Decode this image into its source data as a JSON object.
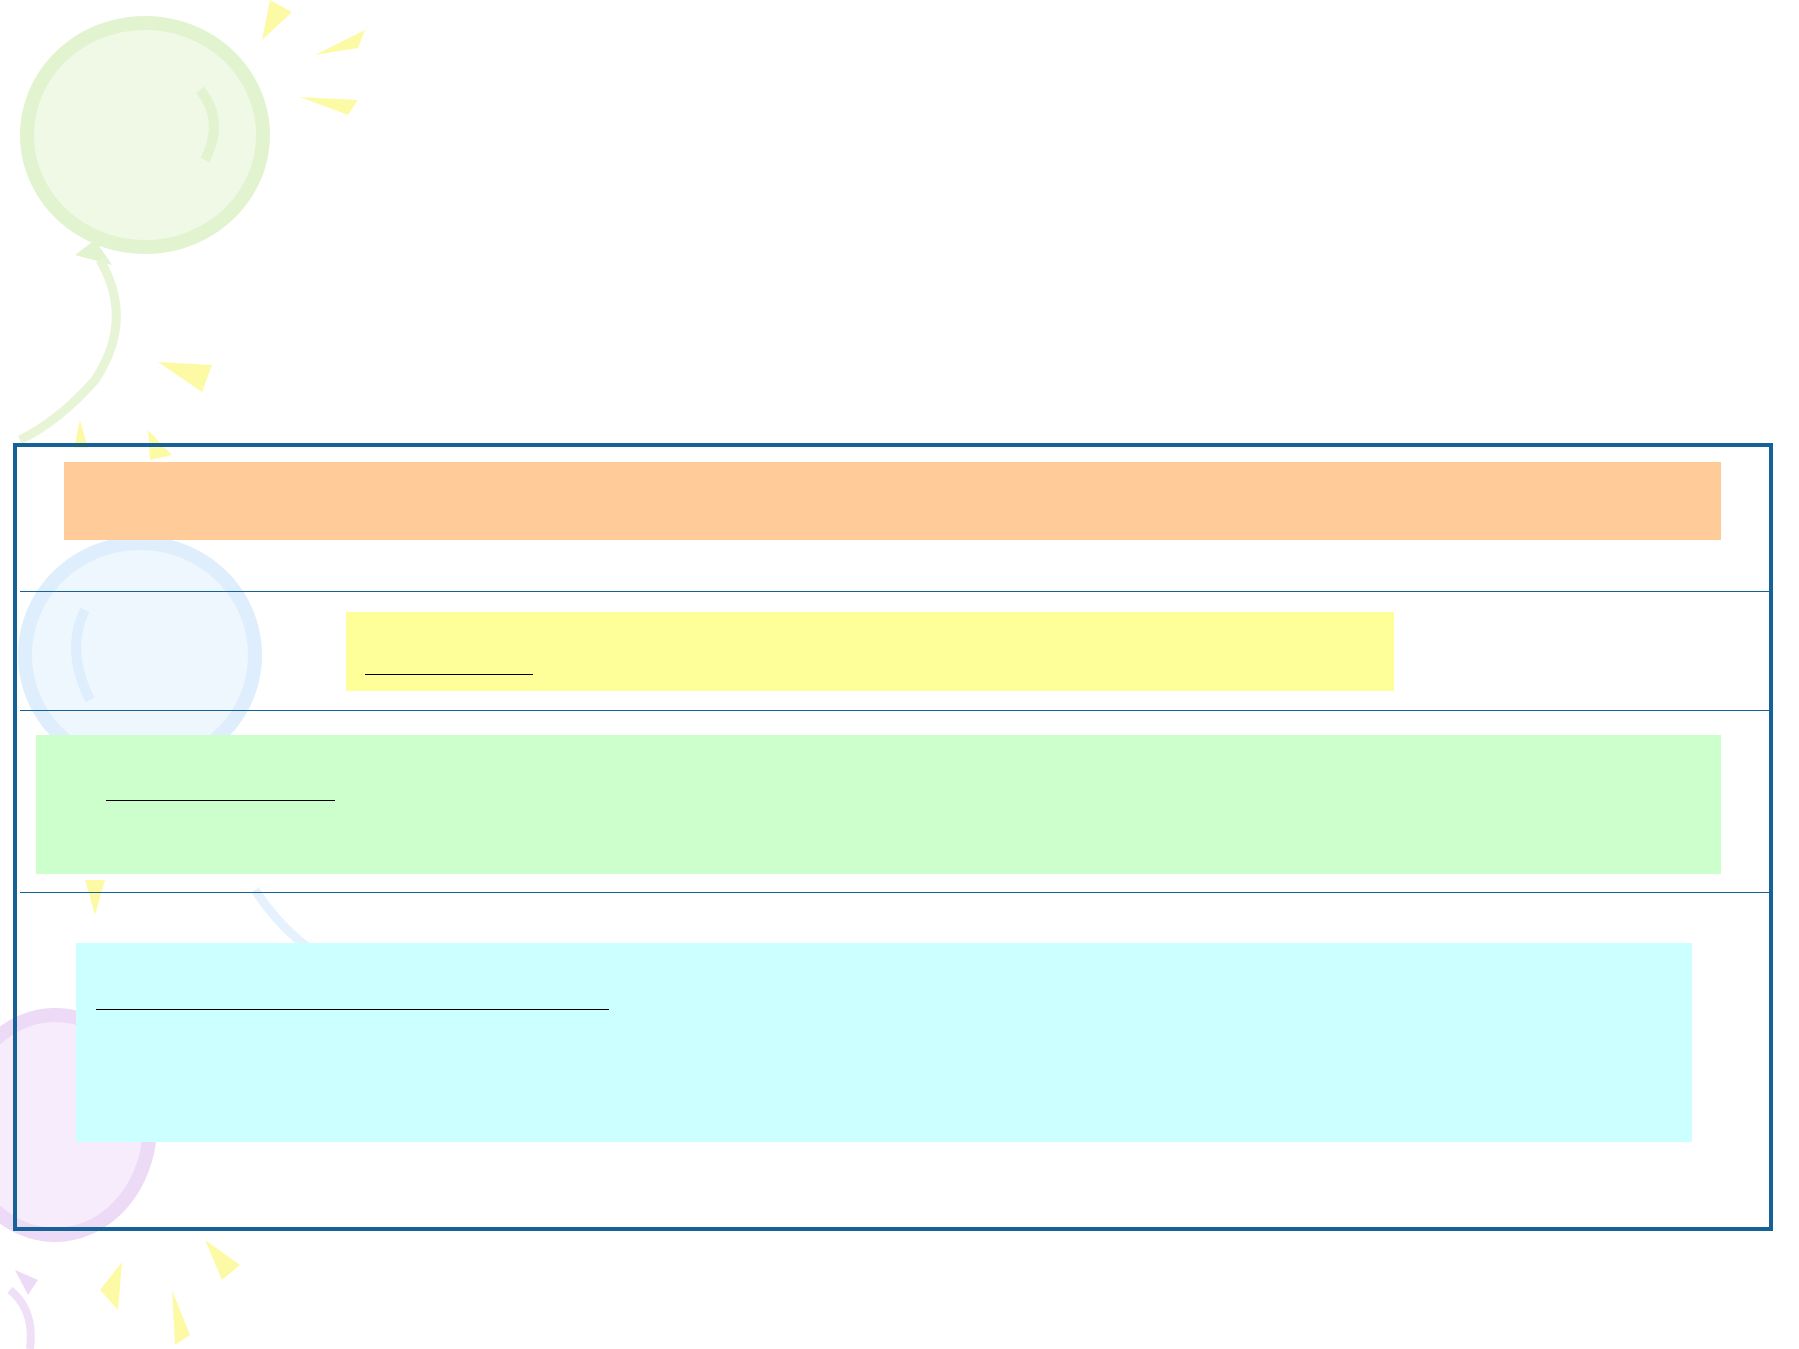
{
  "slide": {
    "background": "#ffffff",
    "frame_color": "#156198",
    "decoration": {
      "icon": "balloon-bunch-icon",
      "colors": {
        "green": "#e8f7d8",
        "blue": "#e3f1fd",
        "purple": "#f0def8",
        "yellow": "#fdfaa0"
      }
    },
    "boxes": [
      {
        "name": "orange-box",
        "color": "#ffcc99",
        "blank_text": ""
      },
      {
        "name": "yellow-box",
        "color": "#ffff99",
        "blank_text": ""
      },
      {
        "name": "green-box",
        "color": "#ccffcc",
        "blank_text": ""
      },
      {
        "name": "cyan-box",
        "color": "#ccffff",
        "blank_text": ""
      }
    ]
  }
}
